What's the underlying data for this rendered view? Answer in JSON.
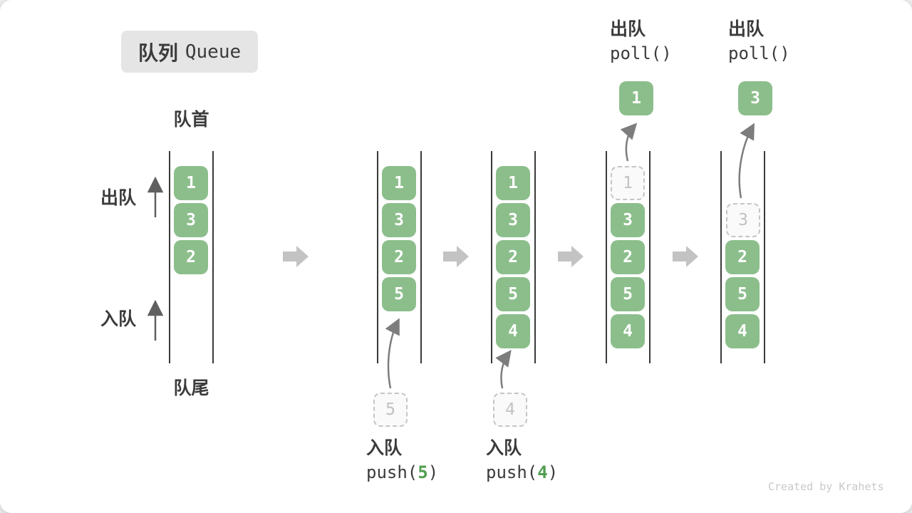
{
  "title": {
    "badge_zh": "队列",
    "badge_en": "Queue"
  },
  "labels": {
    "front": "队首",
    "rear": "队尾",
    "dequeue_side": "出队",
    "enqueue_side": "入队"
  },
  "ops": {
    "push5": {
      "line1": "入队",
      "fn_open": "push(",
      "arg": "5",
      "fn_close": ")"
    },
    "push4": {
      "line1": "入队",
      "fn_open": "push(",
      "arg": "4",
      "fn_close": ")"
    },
    "poll1": {
      "line1": "出队",
      "line2": "poll()"
    },
    "poll2": {
      "line1": "出队",
      "line2": "poll()"
    }
  },
  "states": [
    {
      "cells": [
        "1",
        "3",
        "2"
      ]
    },
    {
      "cells": [
        "1",
        "3",
        "2",
        "5"
      ],
      "incoming": "5"
    },
    {
      "cells": [
        "1",
        "3",
        "2",
        "5",
        "4"
      ],
      "incoming": "4"
    },
    {
      "removed": "1",
      "cells": [
        "3",
        "2",
        "5",
        "4"
      ],
      "popped": "1"
    },
    {
      "removed": "3",
      "cells": [
        "2",
        "5",
        "4"
      ],
      "popped": "3"
    }
  ],
  "watermark": "Created by Krahets",
  "colors": {
    "block_green": "#8CBE8C",
    "accent_green": "#4F9E4F",
    "text_dark": "#3B3B3B",
    "transition_arrow_gray": "#C3C3C3",
    "dashed_gray": "#C5C5C5"
  }
}
